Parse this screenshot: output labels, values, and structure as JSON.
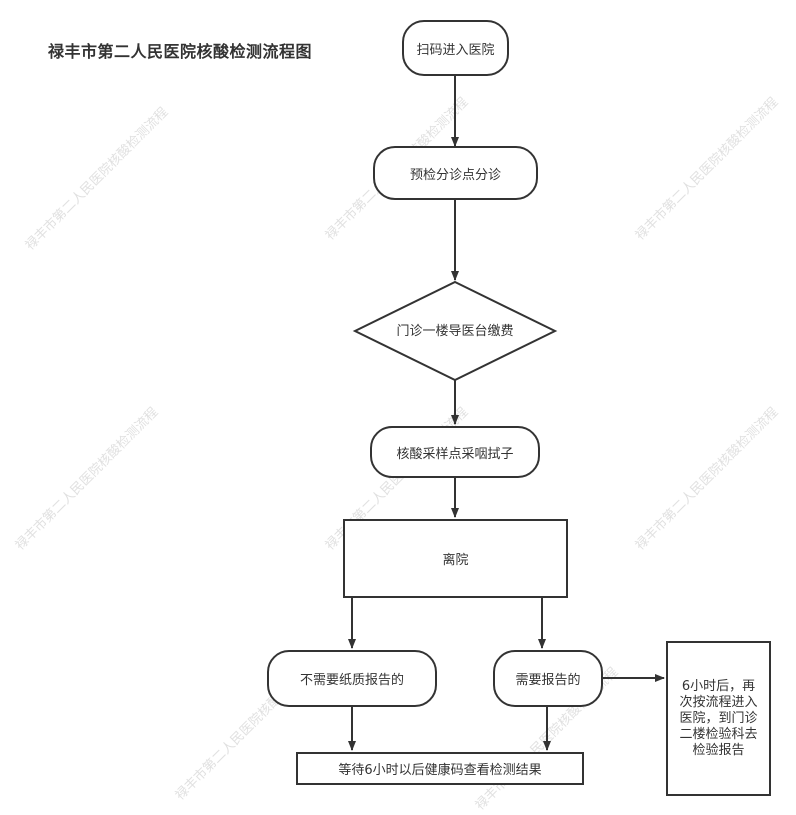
{
  "title": "禄丰市第二人民医院核酸检测流程图",
  "watermark": "禄丰市第二人民医院核酸检测流程",
  "nodes": {
    "scan": "扫码进入医院",
    "triage": "预检分诊点分诊",
    "pay": "门诊一楼导医台缴费",
    "swab": "核酸采样点采咽拭子",
    "leave": "离院",
    "no_report": "不需要纸质报告的",
    "need_report": "需要报告的",
    "wait": "等待6小时以后健康码查看检测结果",
    "revisit": "6小时后，再\n次按流程进入\n医院，到门诊\n二楼检验科去\n检验报告"
  },
  "colors": {
    "stroke": "#333333",
    "text": "#333333",
    "watermark": "#c8c8c8"
  }
}
